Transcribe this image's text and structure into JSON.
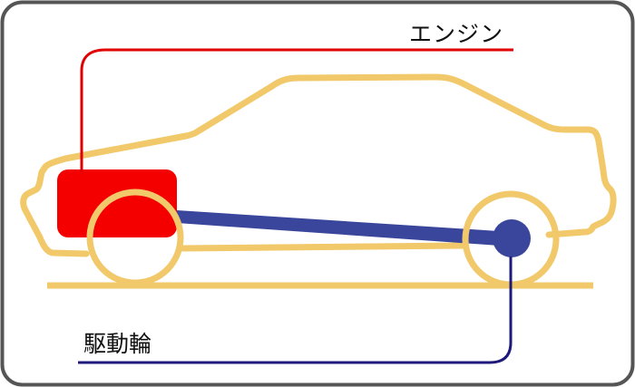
{
  "diagram": {
    "type": "vehicle-drivetrain-schematic",
    "labels": {
      "engine": "エンジン",
      "drive_wheel": "駆動輪"
    },
    "colors": {
      "frame_border": "#555555",
      "car_outline": "#f2c96a",
      "engine": "#f50000",
      "engine_leader_line": "#e00000",
      "drive_shaft": "#3a469c",
      "drive_wheel_hub": "#3a469c",
      "drive_leader_line": "#1e1a7c",
      "background": "#ffffff"
    },
    "components": [
      {
        "id": "engine",
        "label_ref": "engine",
        "position": "front"
      },
      {
        "id": "front-wheel",
        "position": "front"
      },
      {
        "id": "rear-wheel",
        "position": "rear",
        "is_drive_wheel": true
      },
      {
        "id": "drive-shaft",
        "connects": [
          "engine",
          "rear-wheel"
        ]
      }
    ]
  }
}
